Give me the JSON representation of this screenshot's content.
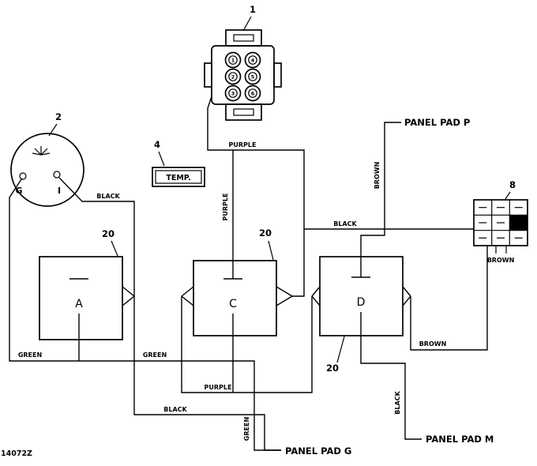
{
  "figure_code": "14072Z",
  "callouts": {
    "connector": "1",
    "switch": "2",
    "temp": "4",
    "block": "8",
    "relay_a": "20",
    "relay_c": "20",
    "relay_d": "20"
  },
  "connector_pins": {
    "p1": "1",
    "p2": "2",
    "p3": "3",
    "p4": "4",
    "p5": "5",
    "p6": "6"
  },
  "switch_terminals": {
    "g": "G",
    "i": "I"
  },
  "temp_label": "TEMP.",
  "relay_letters": {
    "a": "A",
    "c": "C",
    "d": "D"
  },
  "panel_pads": {
    "p": "PANEL PAD P",
    "m": "PANEL PAD M",
    "g": "PANEL PAD G"
  },
  "wire_labels": {
    "purple_top": "PURPLE",
    "purple_coil": "PURPLE",
    "purple_bottom": "PURPLE",
    "black_switch": "BLACK",
    "black_mid": "BLACK",
    "black_bottom": "BLACK",
    "black_pad_m": "BLACK",
    "green_left": "GREEN",
    "green_mid": "GREEN",
    "green_pad_g": "GREEN",
    "brown_pad_p": "BROWN",
    "brown_relay": "BROWN",
    "brown_block": "BROWN"
  },
  "colors": {
    "line": "#000000",
    "background": "#ffffff"
  }
}
